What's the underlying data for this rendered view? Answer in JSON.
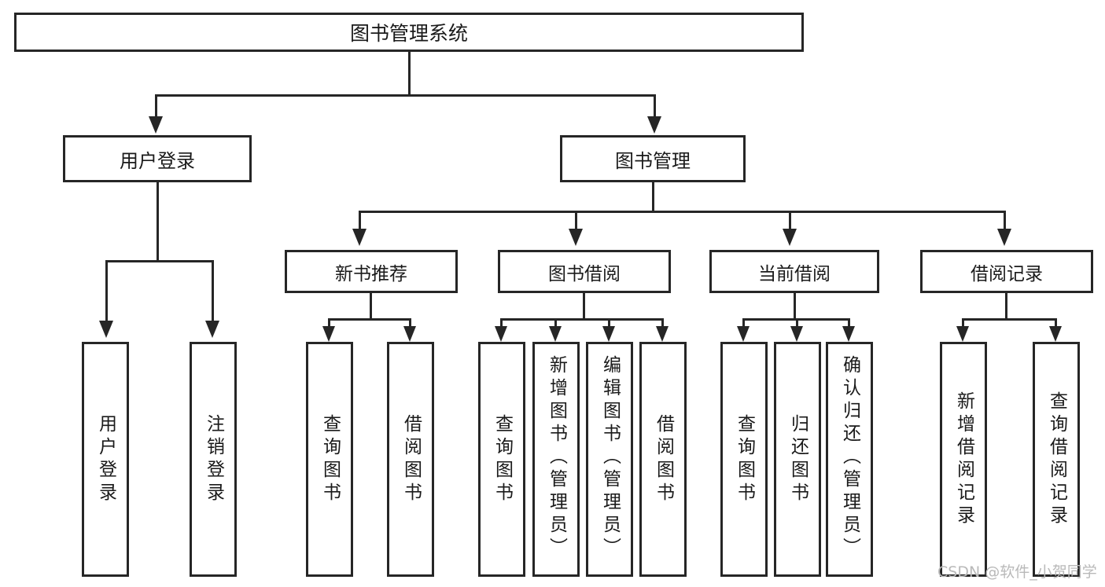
{
  "diagram": {
    "type": "tree-hierarchy",
    "root": {
      "label": "图书管理系统"
    },
    "level1": [
      {
        "label": "用户登录"
      },
      {
        "label": "图书管理"
      }
    ],
    "level2": [
      {
        "label": "新书推荐"
      },
      {
        "label": "图书借阅"
      },
      {
        "label": "当前借阅"
      },
      {
        "label": "借阅记录"
      }
    ],
    "leaves": {
      "user_login": [
        {
          "label": "用户登录"
        },
        {
          "label": "注销登录"
        }
      ],
      "new_book_recommend": [
        {
          "label": "查询图书"
        },
        {
          "label": "借阅图书"
        }
      ],
      "book_borrow": [
        {
          "label": "查询图书"
        },
        {
          "label": "新增图书（管理员）"
        },
        {
          "label": "编辑图书（管理员）"
        },
        {
          "label": "借阅图书"
        }
      ],
      "current_borrow": [
        {
          "label": "查询图书"
        },
        {
          "label": "归还图书"
        },
        {
          "label": "确认归还（管理员）"
        }
      ],
      "borrow_records": [
        {
          "label": "新增借阅记录"
        },
        {
          "label": "查询借阅记录"
        }
      ]
    }
  },
  "watermark": {
    "text": "CSDN @软件_小贺同学"
  },
  "colors": {
    "background": "#ffffff",
    "stroke": "#262626",
    "text": "#1a1a1a",
    "watermark": "#b9b9b9"
  }
}
